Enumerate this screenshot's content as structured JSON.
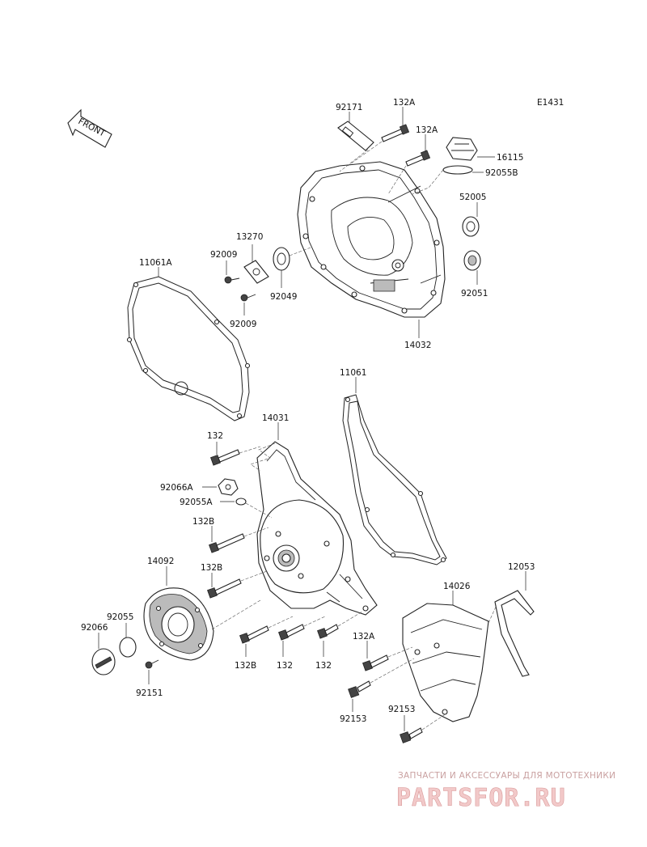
{
  "diagram": {
    "code": "E1431",
    "front_label": "FRONT"
  },
  "labels": {
    "p92171": "92171",
    "p132A_1": "132A",
    "p132A_2": "132A",
    "p16115": "16115",
    "p92055B": "92055B",
    "p52005": "52005",
    "p92051": "92051",
    "p14032": "14032",
    "p13270": "13270",
    "p92009_1": "92009",
    "p92009_2": "92009",
    "p92049": "92049",
    "p11061A": "11061A",
    "p11061": "11061",
    "p14031": "14031",
    "p132_1": "132",
    "p92066A": "92066A",
    "p92055A": "92055A",
    "p132B_1": "132B",
    "p14092": "14092",
    "p132B_2": "132B",
    "p92055": "92055",
    "p92066": "92066",
    "p92151": "92151",
    "p132B_3": "132B",
    "p132_2": "132",
    "p132_3": "132",
    "p14026": "14026",
    "p12053": "12053",
    "p132A_3": "132A",
    "p92153_1": "92153",
    "p92153_2": "92153"
  },
  "watermark": {
    "caption": "ЗАПЧАСТИ И АКСЕССУАРЫ ДЛЯ МОТОТЕХНИКИ",
    "logo": "PARTSFOR.RU"
  }
}
